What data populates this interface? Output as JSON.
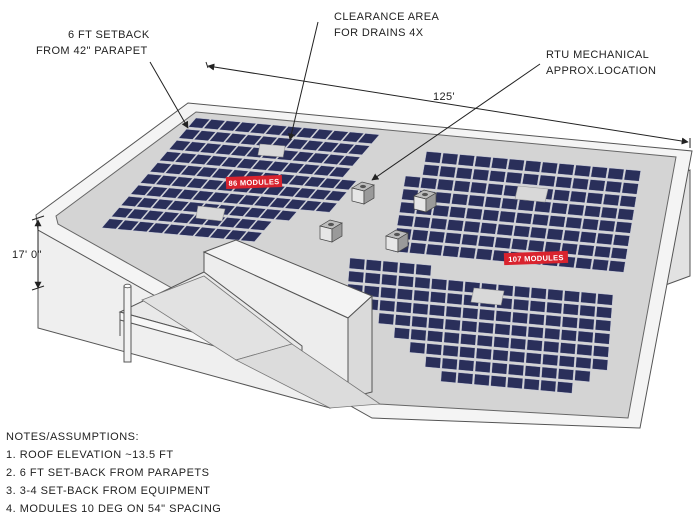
{
  "labels": {
    "setback_line1": "6 FT SETBACK",
    "setback_line2": "FROM 42\" PARAPET",
    "clearance_line1": "CLEARANCE AREA",
    "clearance_line2": "FOR DRAINS 4X",
    "rtu_line1": "RTU MECHANICAL",
    "rtu_line2": "APPROX.LOCATION",
    "length_dim": "125'",
    "height_dim": "17' 0\""
  },
  "arrays": {
    "west_count_label": "86 MODULES",
    "east_count_label": "107 MODULES"
  },
  "notes": {
    "title": "NOTES/ASSUMPTIONS:",
    "items": [
      "1.  ROOF ELEVATION ~13.5 FT",
      "2.  6 FT SET-BACK FROM PARAPETS",
      "3.  3-4 SET-BACK FROM EQUIPMENT",
      "4.  MODULES 10 DEG ON 54\" SPACING"
    ]
  },
  "colors": {
    "panel": "#2a2f5a",
    "panel_line": "#c9cde0",
    "roof": "#d4d4d4",
    "wall": "#eeeeee",
    "tag_fill": "#d9232e"
  }
}
